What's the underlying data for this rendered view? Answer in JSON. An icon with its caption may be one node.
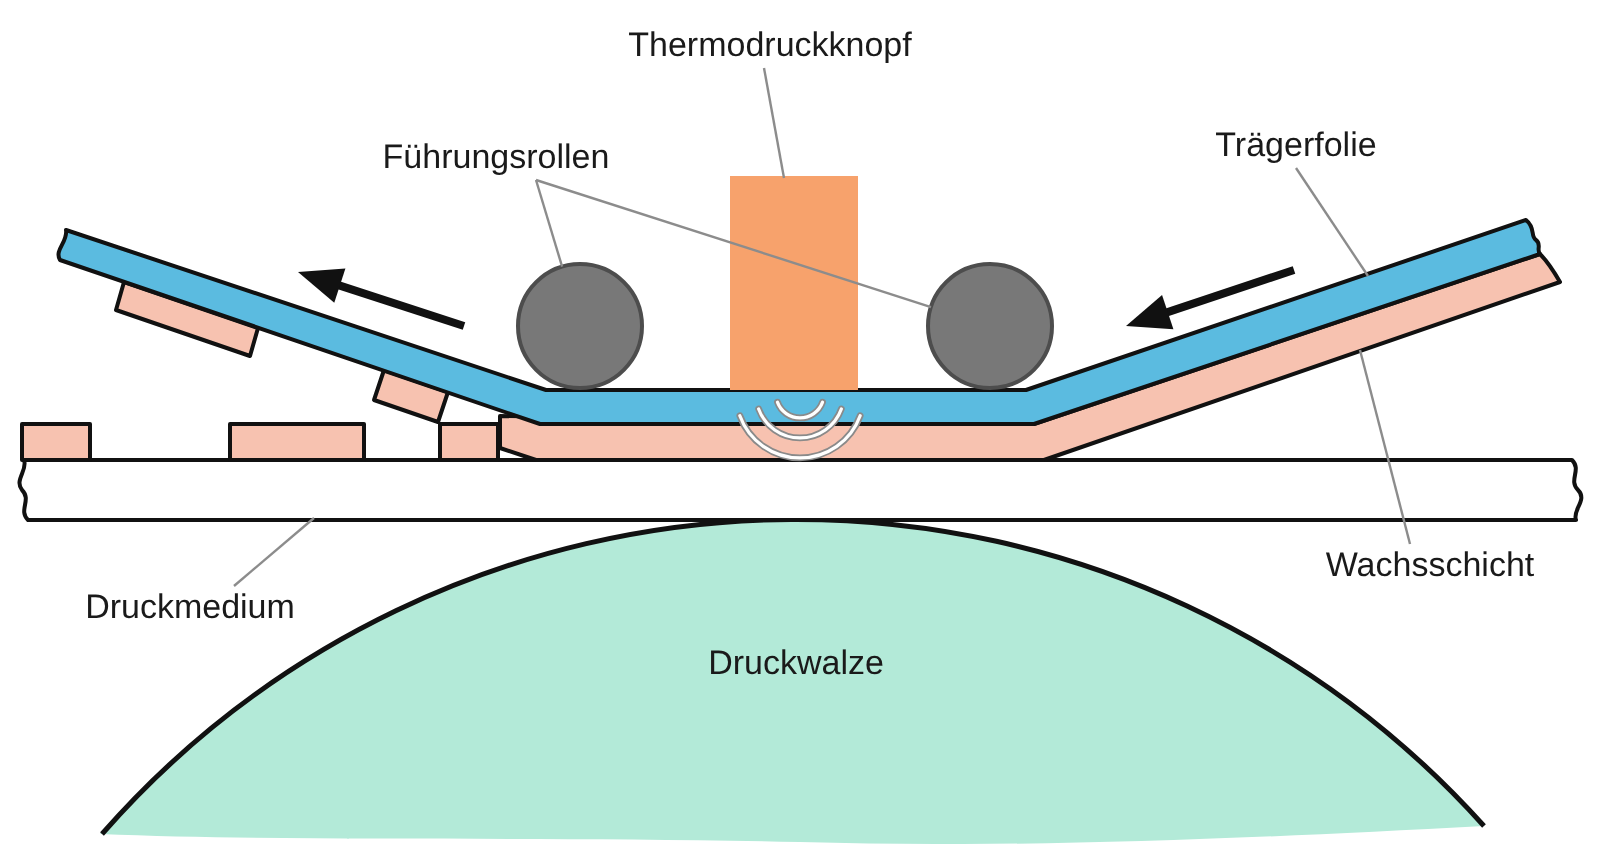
{
  "diagram": {
    "nodes": [
      {
        "text": [
          "Thermodruckknopf"
        ]
      },
      {
        "text": [],
        "shape": "box"
      },
      {
        "text": [
          "Führungsrollen"
        ]
      },
      {
        "text": [],
        "shape": "circle"
      },
      {
        "text": [],
        "shape": "circle"
      },
      {
        "text": [
          "Trägerfolie"
        ]
      },
      {
        "text": [],
        "shape": "band"
      },
      {
        "text": [
          "Wachsschicht"
        ]
      },
      {
        "text": [],
        "shape": "band"
      },
      {
        "text": [
          "Druckmedium"
        ]
      },
      {
        "text": [],
        "shape": "bar"
      },
      {
        "text": [
          "Druckwalze"
        ]
      }
    ],
    "edges": [
      {
        "from": 0,
        "to": 1,
        "arrow": "none"
      },
      {
        "from": 2,
        "to": 3,
        "arrow": "none"
      },
      {
        "from": 2,
        "to": 4,
        "arrow": "none"
      },
      {
        "from": 5,
        "to": 6,
        "arrow": "none"
      },
      {
        "from": 7,
        "to": 8,
        "arrow": "none"
      },
      {
        "from": 9,
        "to": 10,
        "arrow": "none"
      }
    ]
  }
}
